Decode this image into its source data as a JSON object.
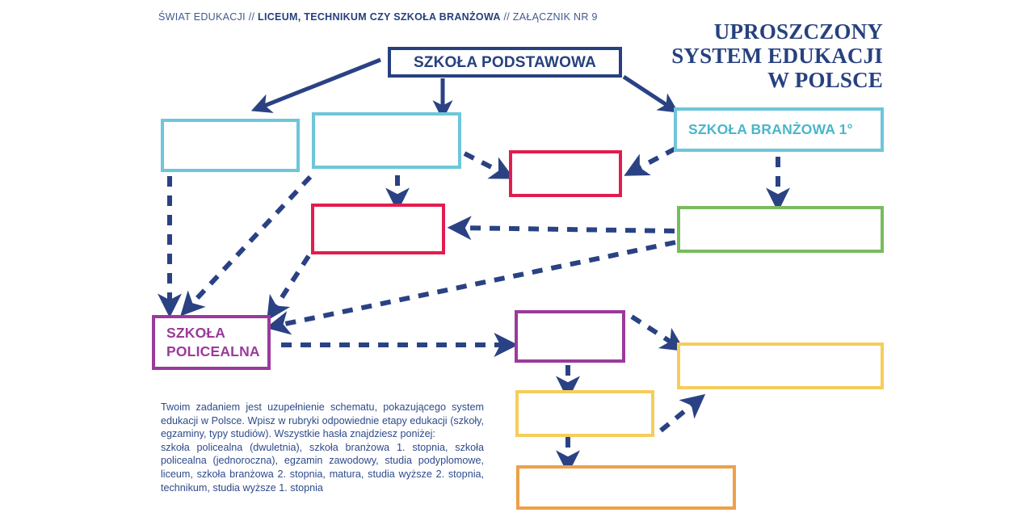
{
  "header": {
    "prefix": "ŚWIAT EDUKACJI // ",
    "bold": "LICEUM, TECHNIKUM CZY SZKOŁA BRANŻOWA",
    "suffix": " // ZAŁĄCZNIK NR 9"
  },
  "title": {
    "line1": "UPROSZCZONY",
    "line2": "SYSTEM EDUKACJI",
    "line3": "W POLSCE"
  },
  "boxes": {
    "primary_school": {
      "label": "SZKOŁA PODSTAWOWA",
      "color": "#27417f"
    },
    "cyan_left": {
      "label": "",
      "color": "#6ec6d9"
    },
    "cyan_mid": {
      "label": "",
      "color": "#6ec6d9"
    },
    "vocational_1": {
      "label": "SZKOŁA BRANŻOWA 1°",
      "color": "#6ec6d9"
    },
    "red_top": {
      "label": "",
      "color": "#e21d4e"
    },
    "red_mid": {
      "label": "",
      "color": "#e21d4e"
    },
    "green": {
      "label": "",
      "color": "#79bb5f"
    },
    "post_secondary": {
      "label": "SZKOŁA\nPOLICEALNA",
      "color": "#9b3a9b"
    },
    "purple_right": {
      "label": "",
      "color": "#9b3a9b"
    },
    "yellow_right": {
      "label": "",
      "color": "#f6cd5b"
    },
    "yellow_mid": {
      "label": "",
      "color": "#f6cd5b"
    },
    "orange_bottom": {
      "label": "",
      "color": "#eda14a"
    }
  },
  "instructions": {
    "paragraph1": "Twoim zadaniem jest uzupełnienie schematu, pokazującego system edukacji w Polsce. Wpisz w rubryki odpowiednie etapy edukacji (szkoły, egzaminy, typy studiów). Wszystkie hasła znajdziesz poniżej:",
    "paragraph2": "szkoła policealna (dwuletnia), szkoła branżowa 1. stopnia, szkoła policealna (jednoroczna), egzamin zawodowy, studia podyplomowe, liceum, szkoła branżowa 2. stopnia, matura, studia wyższe 2. stopnia, technikum, studia wyższe 1. stopnia"
  },
  "colors": {
    "navy": "#27417f",
    "arrow": "#2a4284",
    "cyan": "#6ec6d9",
    "cyan_text": "#49b6cb",
    "red": "#e21d4e",
    "green": "#79bb5f",
    "purple": "#9b3a9b",
    "yellow": "#f6cd5b",
    "orange": "#eda14a",
    "text_blue": "#2e4a8b"
  }
}
